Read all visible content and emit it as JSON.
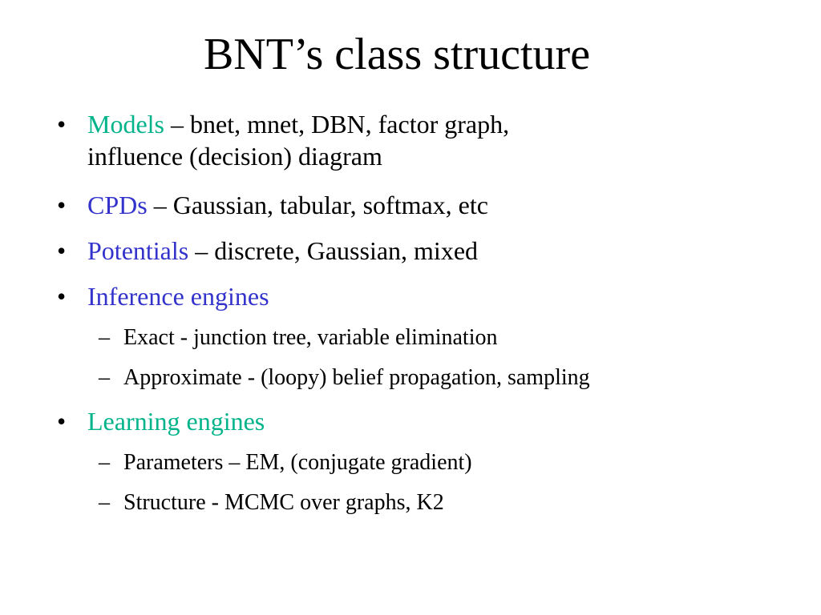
{
  "slide": {
    "title": "BNT’s class structure",
    "bullet_glyph": "•",
    "sub_glyph": "–",
    "colors": {
      "teal": "#00b38a",
      "blue": "#3333cc",
      "text": "#000000",
      "background": "#ffffff"
    },
    "items": [
      {
        "term": "Models",
        "rest_line1": " – bnet, mnet, DBN, factor graph,",
        "rest_line2": "influence (decision) diagram"
      },
      {
        "term": "CPDs",
        "rest_line1": " – Gaussian, tabular, softmax, etc"
      },
      {
        "term": "Potentials",
        "rest_line1": " – discrete, Gaussian, mixed"
      },
      {
        "term": "Inference engines",
        "subitems": [
          "Exact - junction tree, variable elimination",
          "Approximate - (loopy) belief propagation, sampling"
        ]
      },
      {
        "term": "Learning engines",
        "subitems": [
          "Parameters – EM, (conjugate gradient)",
          "Structure - MCMC over graphs, K2"
        ]
      }
    ]
  }
}
